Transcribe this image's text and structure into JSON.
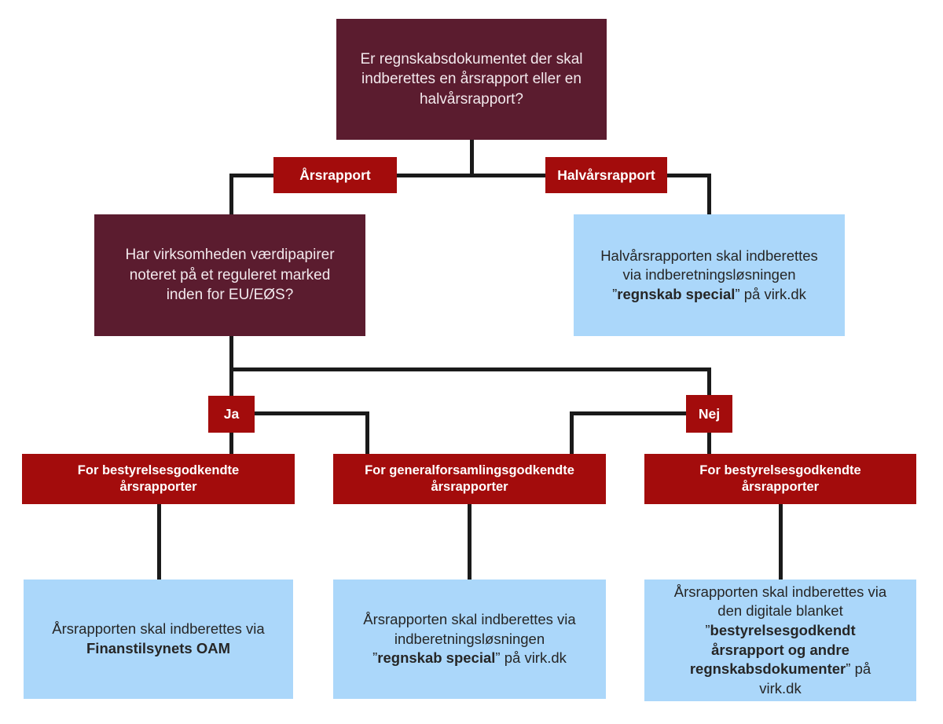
{
  "colors": {
    "maroon": "#5b1c2f",
    "red": "#a30c0c",
    "blue": "#abd7fa",
    "line": "#1a1a1a",
    "light_text": "#f2e8ec",
    "dark_text": "#262626",
    "background": "#ffffff"
  },
  "flowchart": {
    "root_question": "Er regnskabsdokumentet der skal indberettes en årsrapport eller en halvårsrapport?",
    "branch_labels": {
      "left": "Årsrapport",
      "right": "Halvårsrapport"
    },
    "securities_question": "Har virksomheden værdipapirer noteret på et reguleret marked inden for EU/EØS?",
    "halfyear_result": [
      {
        "text": "Halvårsrapporten skal indberettes via indberetningsløsningen ”",
        "bold": false
      },
      {
        "text": "regnskab special",
        "bold": true
      },
      {
        "text": "” på virk.dk",
        "bold": false
      }
    ],
    "decision_labels": {
      "yes": "Ja",
      "no": "Nej"
    },
    "headers": {
      "left": "For bestyrelsesgodkendte årsrapporter",
      "middle": "For generalforsamlingsgodkendte årsrapporter",
      "right": "For bestyrelsesgodkendte årsrapporter"
    },
    "results": {
      "left": [
        {
          "text": "Årsrapporten skal indberettes via ",
          "bold": false
        },
        {
          "text": "Finanstilsynets OAM",
          "bold": true
        }
      ],
      "middle": [
        {
          "text": "Årsrapporten skal indberettes via indberetningsløsningen ”",
          "bold": false
        },
        {
          "text": "regnskab special",
          "bold": true
        },
        {
          "text": "” på virk.dk",
          "bold": false
        }
      ],
      "right": [
        {
          "text": "Årsrapporten skal indberettes via den digitale blanket ”",
          "bold": false
        },
        {
          "text": "bestyrelsesgodkendt årsrapport og andre regnskabsdokumenter",
          "bold": true
        },
        {
          "text": "” på virk.dk",
          "bold": false
        }
      ]
    }
  }
}
